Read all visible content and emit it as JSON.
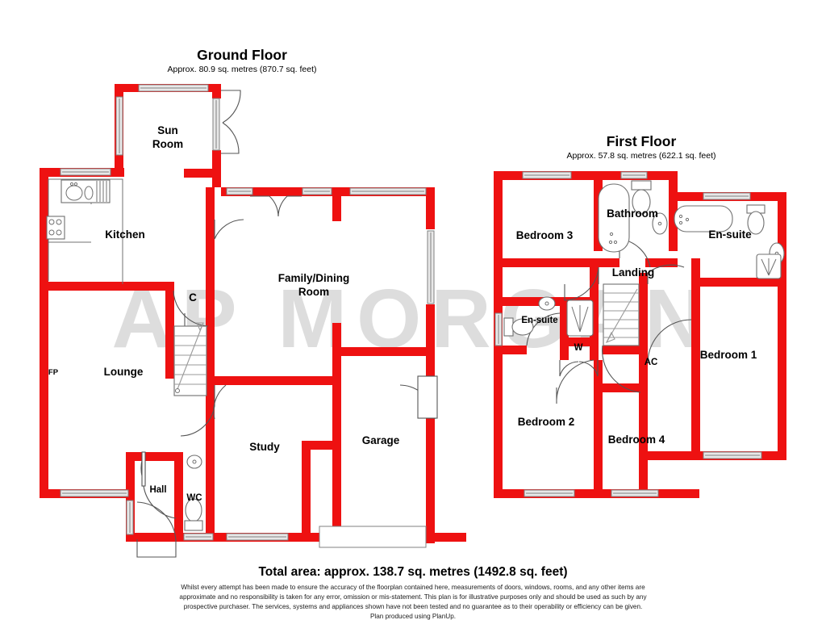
{
  "document": {
    "type": "floorplan",
    "watermark": "AP MORGAN",
    "wall_color": "#EE1111",
    "background_color": "#FFFFFF"
  },
  "floors": [
    {
      "id": "ground",
      "title": "Ground Floor",
      "subtitle": "Approx. 80.9 sq. metres (870.7 sq. feet)",
      "area_sqm": 80.9,
      "area_sqft": 870.7,
      "rooms": [
        {
          "key": "sun_room",
          "label": "Sun\nRoom",
          "line1": "Sun",
          "line2": "Room"
        },
        {
          "key": "kitchen",
          "label": "Kitchen",
          "line1": "Kitchen",
          "line2": ""
        },
        {
          "key": "cupboard",
          "label": "C",
          "line1": "C",
          "line2": ""
        },
        {
          "key": "family_dining",
          "label": "Family/Dining\nRoom",
          "line1": "Family/Dining",
          "line2": "Room"
        },
        {
          "key": "lounge",
          "label": "Lounge",
          "line1": "Lounge",
          "line2": ""
        },
        {
          "key": "fireplace",
          "label": "FP",
          "line1": "FP",
          "line2": ""
        },
        {
          "key": "hall",
          "label": "Hall",
          "line1": "Hall",
          "line2": ""
        },
        {
          "key": "wc",
          "label": "WC",
          "line1": "WC",
          "line2": ""
        },
        {
          "key": "study",
          "label": "Study",
          "line1": "Study",
          "line2": ""
        },
        {
          "key": "garage",
          "label": "Garage",
          "line1": "Garage",
          "line2": ""
        }
      ]
    },
    {
      "id": "first",
      "title": "First Floor",
      "subtitle": "Approx. 57.8 sq. metres (622.1 sq. feet)",
      "area_sqm": 57.8,
      "area_sqft": 622.1,
      "rooms": [
        {
          "key": "bedroom3",
          "label": "Bedroom 3",
          "line1": "Bedroom 3",
          "line2": ""
        },
        {
          "key": "bathroom",
          "label": "Bathroom",
          "line1": "Bathroom",
          "line2": ""
        },
        {
          "key": "ensuite_1",
          "label": "En-suite",
          "line1": "En-suite",
          "line2": ""
        },
        {
          "key": "landing",
          "label": "Landing",
          "line1": "Landing",
          "line2": ""
        },
        {
          "key": "ensuite_2",
          "label": "En-suite",
          "line1": "En-suite",
          "line2": ""
        },
        {
          "key": "wardrobe",
          "label": "W",
          "line1": "W",
          "line2": ""
        },
        {
          "key": "airing",
          "label": "AC",
          "line1": "AC",
          "line2": ""
        },
        {
          "key": "bedroom1",
          "label": "Bedroom 1",
          "line1": "Bedroom 1",
          "line2": ""
        },
        {
          "key": "bedroom2",
          "label": "Bedroom 2",
          "line1": "Bedroom 2",
          "line2": ""
        },
        {
          "key": "bedroom4",
          "label": "Bedroom 4",
          "line1": "Bedroom 4",
          "line2": ""
        }
      ]
    }
  ],
  "footer": {
    "total_area": "Total area: approx. 138.7 sq. metres (1492.8 sq. feet)",
    "total_sqm": 138.7,
    "total_sqft": 1492.8,
    "disclaimer_line1": "Whilst every attempt has been made to ensure the accuracy of the floorplan contained here, measurements of doors, windows, rooms, and any other items are",
    "disclaimer_line2": "approximate and no responsibility is taken for any error, omission or mis-statement. This plan is for illustrative purposes only and should be used as such by any",
    "disclaimer_line3": "prospective purchaser. The services, systems and appliances shown have not been tested and no guarantee as to their operability or efficiency can be given.",
    "disclaimer_line4": "Plan produced using PlanUp."
  }
}
